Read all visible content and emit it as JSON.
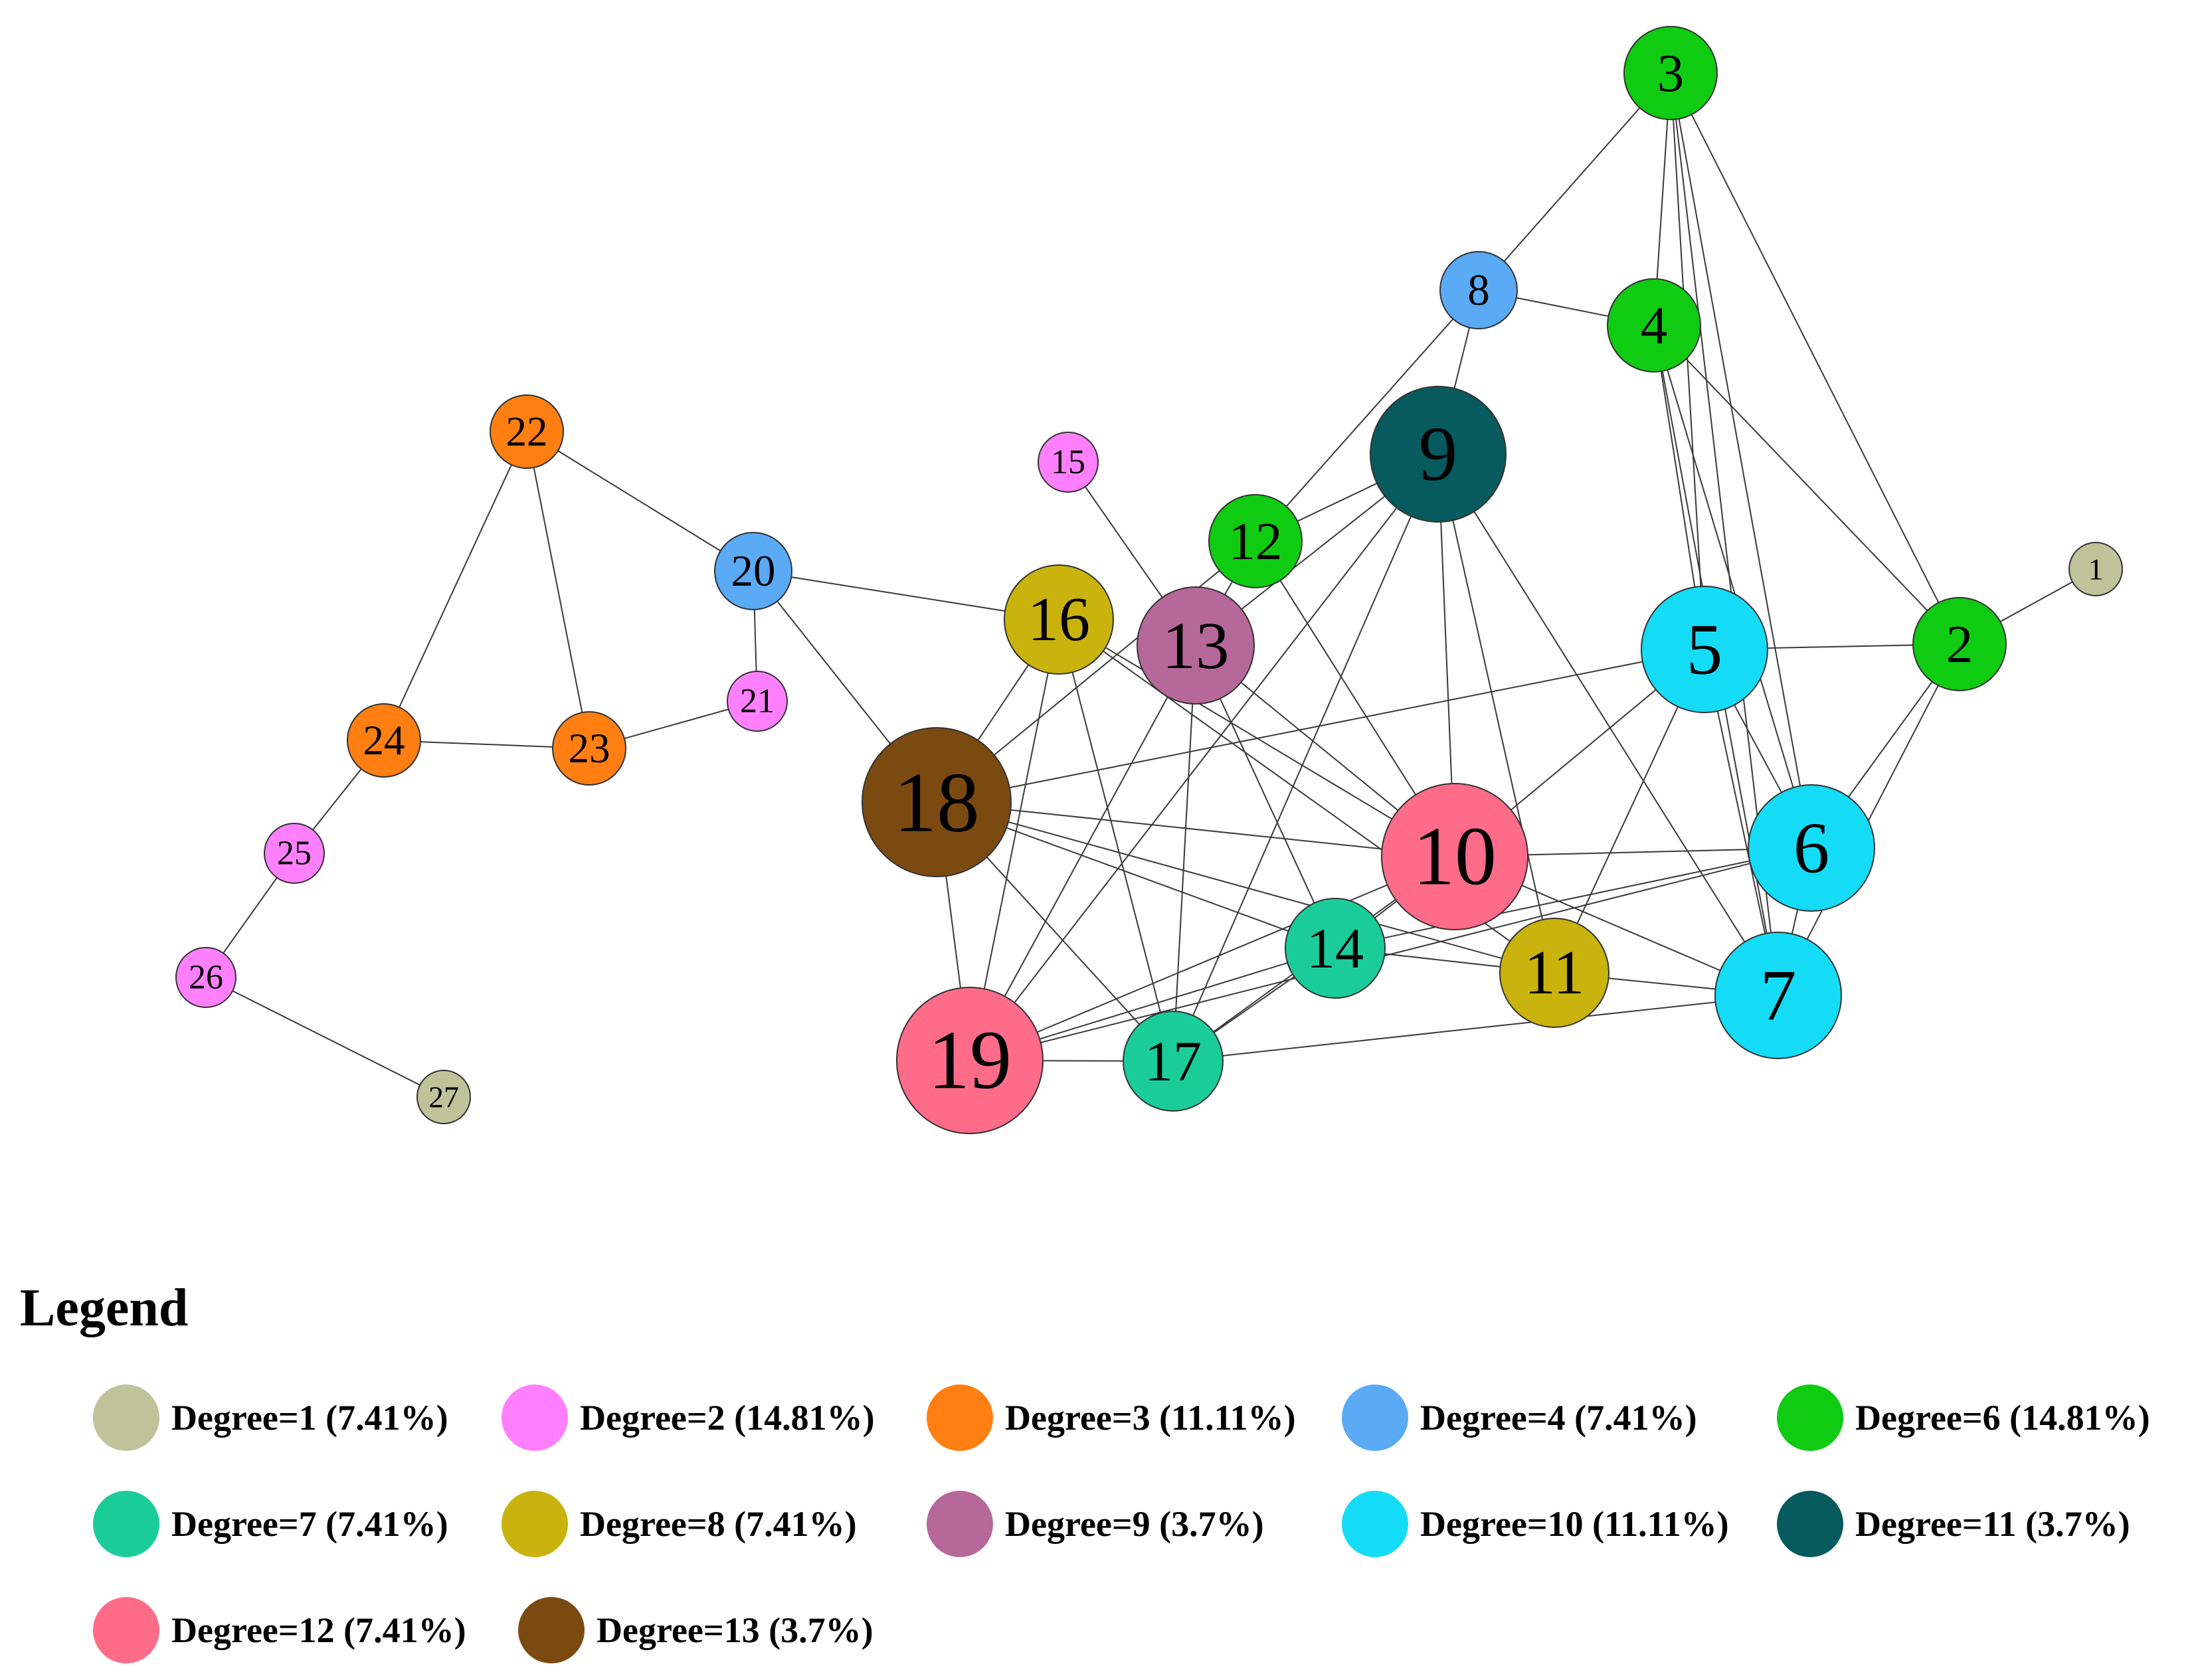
{
  "colors": {
    "degree_1": "#bfc39a",
    "degree_2": "#ff80ff",
    "degree_3": "#ff7f12",
    "degree_4": "#5aaaf5",
    "degree_6": "#0fcb12",
    "degree_7": "#1bcc9b",
    "degree_8": "#c9b30c",
    "degree_9": "#b56899",
    "degree_10": "#14dcf7",
    "degree_11": "#075a5d",
    "degree_12": "#fe6c89",
    "degree_13": "#7b4a11"
  },
  "nodes": [
    {
      "id": "1",
      "degree": 1
    },
    {
      "id": "2",
      "degree": 6
    },
    {
      "id": "3",
      "degree": 6
    },
    {
      "id": "4",
      "degree": 6
    },
    {
      "id": "5",
      "degree": 10
    },
    {
      "id": "6",
      "degree": 10
    },
    {
      "id": "7",
      "degree": 10
    },
    {
      "id": "8",
      "degree": 4
    },
    {
      "id": "9",
      "degree": 11
    },
    {
      "id": "10",
      "degree": 12
    },
    {
      "id": "11",
      "degree": 8
    },
    {
      "id": "12",
      "degree": 6
    },
    {
      "id": "13",
      "degree": 9
    },
    {
      "id": "14",
      "degree": 7
    },
    {
      "id": "15",
      "degree": 2
    },
    {
      "id": "16",
      "degree": 8
    },
    {
      "id": "17",
      "degree": 7
    },
    {
      "id": "18",
      "degree": 13
    },
    {
      "id": "19",
      "degree": 12
    },
    {
      "id": "20",
      "degree": 4
    },
    {
      "id": "21",
      "degree": 2
    },
    {
      "id": "22",
      "degree": 3
    },
    {
      "id": "23",
      "degree": 3
    },
    {
      "id": "24",
      "degree": 3
    },
    {
      "id": "25",
      "degree": 2
    },
    {
      "id": "26",
      "degree": 2
    },
    {
      "id": "27",
      "degree": 1
    }
  ],
  "edges": [
    [
      "1",
      "2"
    ],
    [
      "2",
      "3"
    ],
    [
      "2",
      "4"
    ],
    [
      "2",
      "5"
    ],
    [
      "2",
      "6"
    ],
    [
      "2",
      "7"
    ],
    [
      "3",
      "8"
    ],
    [
      "3",
      "4"
    ],
    [
      "3",
      "5"
    ],
    [
      "3",
      "6"
    ],
    [
      "3",
      "7"
    ],
    [
      "4",
      "8"
    ],
    [
      "4",
      "5"
    ],
    [
      "4",
      "6"
    ],
    [
      "4",
      "7"
    ],
    [
      "5",
      "6"
    ],
    [
      "5",
      "7"
    ],
    [
      "5",
      "10"
    ],
    [
      "5",
      "11"
    ],
    [
      "5",
      "18"
    ],
    [
      "6",
      "7"
    ],
    [
      "6",
      "10"
    ],
    [
      "6",
      "14"
    ],
    [
      "6",
      "19"
    ],
    [
      "7",
      "9"
    ],
    [
      "7",
      "10"
    ],
    [
      "7",
      "11"
    ],
    [
      "7",
      "17"
    ],
    [
      "8",
      "9"
    ],
    [
      "8",
      "12"
    ],
    [
      "9",
      "10"
    ],
    [
      "9",
      "11"
    ],
    [
      "9",
      "12"
    ],
    [
      "9",
      "13"
    ],
    [
      "9",
      "17"
    ],
    [
      "9",
      "19"
    ],
    [
      "10",
      "12"
    ],
    [
      "10",
      "13"
    ],
    [
      "10",
      "14"
    ],
    [
      "10",
      "16"
    ],
    [
      "10",
      "17"
    ],
    [
      "10",
      "18"
    ],
    [
      "10",
      "19"
    ],
    [
      "11",
      "14"
    ],
    [
      "11",
      "16"
    ],
    [
      "11",
      "18"
    ],
    [
      "12",
      "13"
    ],
    [
      "12",
      "18"
    ],
    [
      "13",
      "14"
    ],
    [
      "13",
      "15"
    ],
    [
      "13",
      "17"
    ],
    [
      "13",
      "19"
    ],
    [
      "14",
      "17"
    ],
    [
      "14",
      "18"
    ],
    [
      "14",
      "19"
    ],
    [
      "16",
      "17"
    ],
    [
      "16",
      "18"
    ],
    [
      "16",
      "19"
    ],
    [
      "16",
      "20"
    ],
    [
      "18",
      "19"
    ],
    [
      "18",
      "20"
    ],
    [
      "17",
      "18"
    ],
    [
      "17",
      "19"
    ],
    [
      "20",
      "21"
    ],
    [
      "20",
      "22"
    ],
    [
      "21",
      "23"
    ],
    [
      "22",
      "23"
    ],
    [
      "22",
      "24"
    ],
    [
      "23",
      "24"
    ],
    [
      "24",
      "25"
    ],
    [
      "25",
      "26"
    ],
    [
      "26",
      "27"
    ]
  ],
  "legend": {
    "title": "Legend",
    "items": [
      {
        "label": "Degree=1 (7.41%)",
        "color": "#bfc39a"
      },
      {
        "label": "Degree=2 (14.81%)",
        "color": "#ff80ff"
      },
      {
        "label": "Degree=3 (11.11%)",
        "color": "#ff7f12"
      },
      {
        "label": "Degree=4 (7.41%)",
        "color": "#5aaaf5"
      },
      {
        "label": "Degree=6 (14.81%)",
        "color": "#0fcb12"
      },
      {
        "label": "Degree=7 (7.41%)",
        "color": "#1bcc9b"
      },
      {
        "label": "Degree=8 (7.41%)",
        "color": "#c9b30c"
      },
      {
        "label": "Degree=9 (3.7%)",
        "color": "#b56899"
      },
      {
        "label": "Degree=10 (11.11%)",
        "color": "#14dcf7"
      },
      {
        "label": "Degree=11 (3.7%)",
        "color": "#075a5d"
      },
      {
        "label": "Degree=12 (7.41%)",
        "color": "#fe6c89"
      },
      {
        "label": "Degree=13 (3.7%)",
        "color": "#7b4a11"
      }
    ]
  }
}
